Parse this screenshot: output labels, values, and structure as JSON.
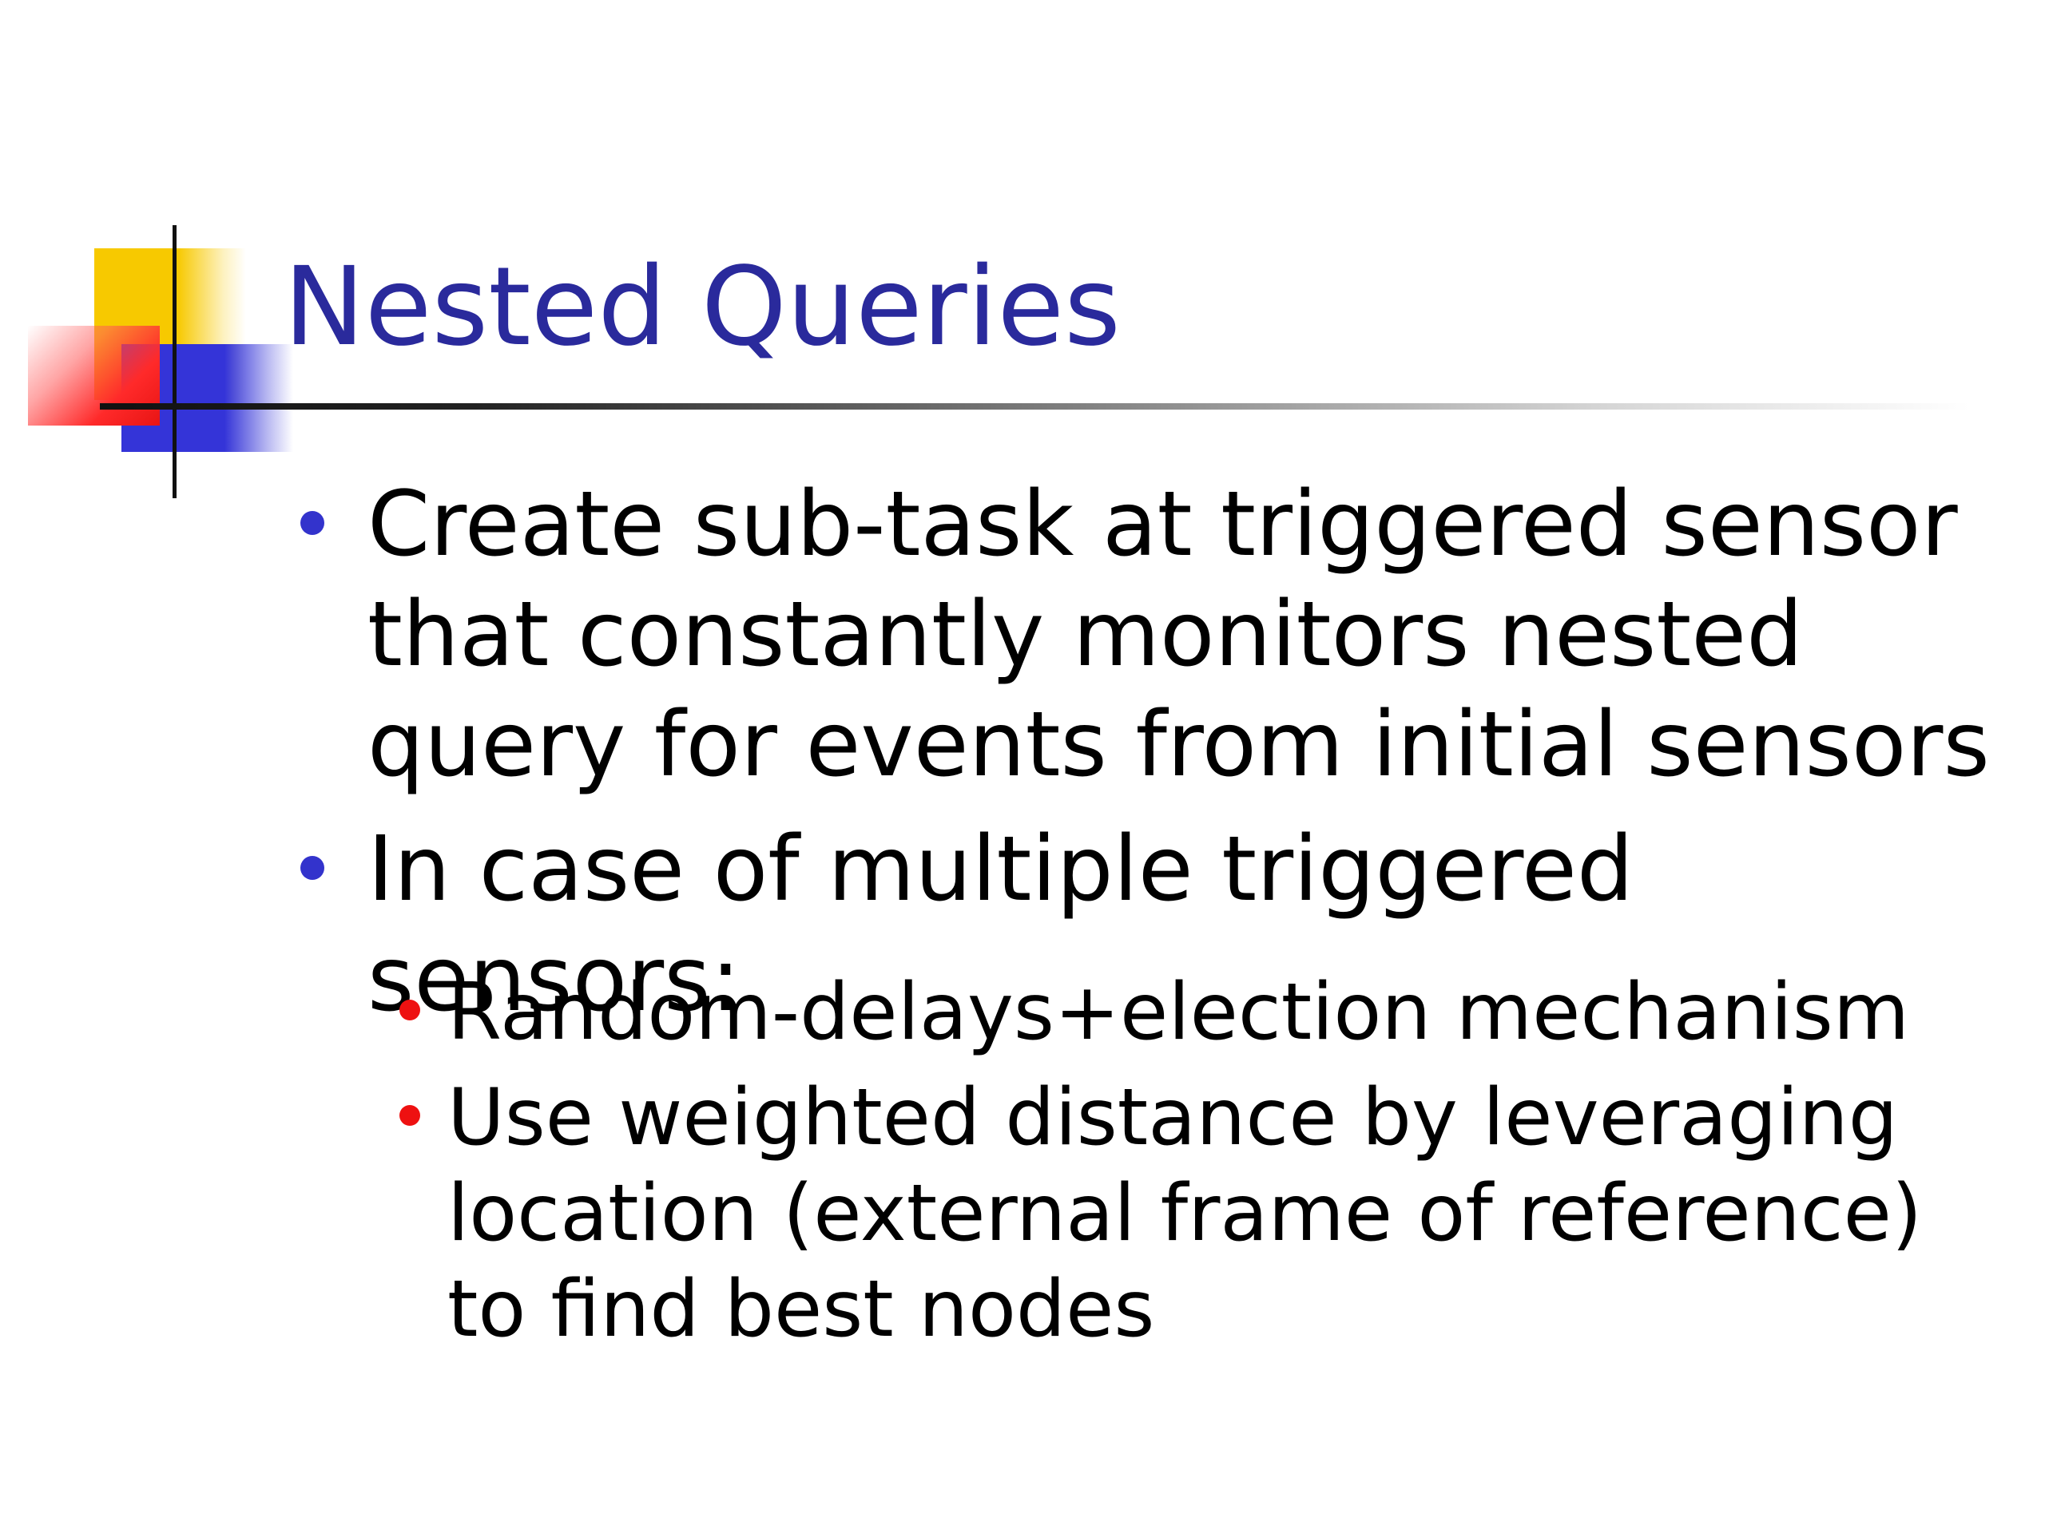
{
  "slide": {
    "title": "Nested Queries",
    "bullets": [
      {
        "text": "Create sub-task at triggered sensor that constantly monitors nested query for events from initial sensors",
        "sub": []
      },
      {
        "text": "In case of multiple triggered sensors:",
        "sub": [
          "Random-delays+election mechanism",
          "Use weighted distance by leveraging location (external frame of reference) to find best nodes"
        ]
      }
    ]
  },
  "colors": {
    "title": "#2a2a9c",
    "level1_bullet": "#3333cc",
    "level2_bullet": "#ee1111",
    "deco_yellow": "#f7c900",
    "deco_blue": "#3434d8",
    "deco_red": "#ff2a2a"
  },
  "icons": {
    "corner_decoration": "colored-squares-logo"
  }
}
